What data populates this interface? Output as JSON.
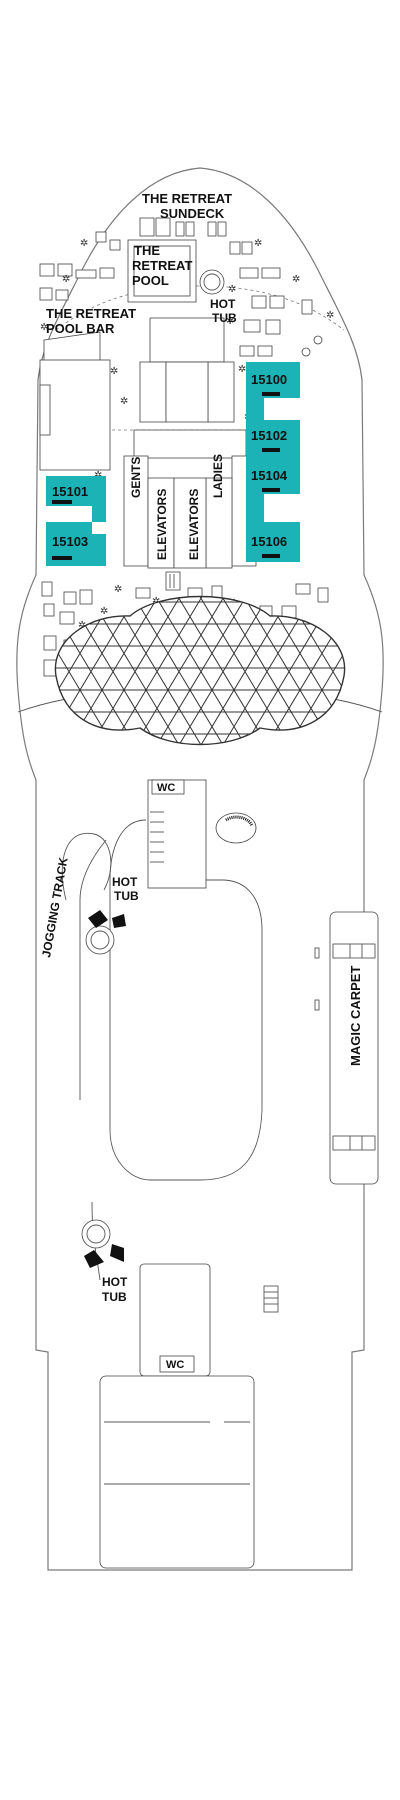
{
  "colors": {
    "cabin_fill": "#1bb3b6",
    "hull_stroke": "#7a7a7a",
    "text": "#111111"
  },
  "labels": {
    "retreat_sundeck_l1": "THE RETREAT",
    "retreat_sundeck_l2": "SUNDECK",
    "retreat_pool_l1": "THE",
    "retreat_pool_l2": "RETREAT",
    "retreat_pool_l3": "POOL",
    "hot_tub_top_l1": "HOT",
    "hot_tub_top_l2": "TUB",
    "pool_bar_l1": "THE RETREAT",
    "pool_bar_l2": "POOL BAR",
    "gents": "GENTS",
    "ladies": "LADIES",
    "elevators_left": "ELEVATORS",
    "elevators_right": "ELEVATORS",
    "wc_top": "WC",
    "wc_bottom": "WC",
    "hot_tub_mid_l1": "HOT",
    "hot_tub_mid_l2": "TUB",
    "hot_tub_low_l1": "HOT",
    "hot_tub_low_l2": "TUB",
    "jogging_track": "JOGGING TRACK",
    "magic_carpet": "MAGIC CARPET"
  },
  "cabins": [
    {
      "number": "15100",
      "side": "starboard"
    },
    {
      "number": "15102",
      "side": "starboard"
    },
    {
      "number": "15104",
      "side": "starboard"
    },
    {
      "number": "15106",
      "side": "starboard"
    },
    {
      "number": "15101",
      "side": "port"
    },
    {
      "number": "15103",
      "side": "port"
    }
  ]
}
